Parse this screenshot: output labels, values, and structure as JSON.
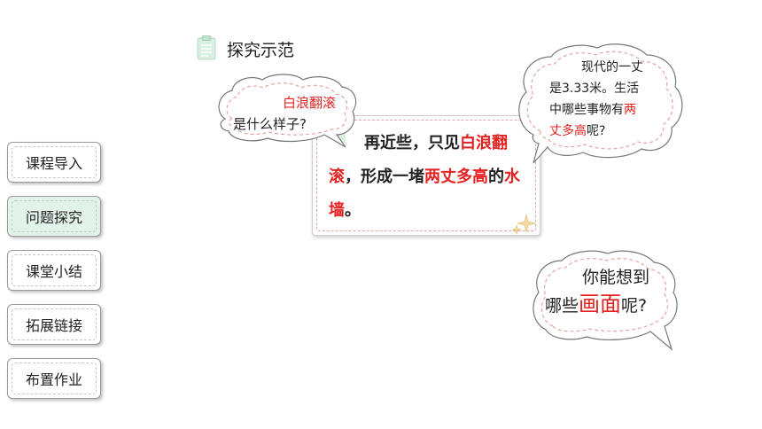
{
  "nav": {
    "items": [
      {
        "label": "课程导入",
        "active": false
      },
      {
        "label": "问题探究",
        "active": true
      },
      {
        "label": "课堂小结",
        "active": false
      },
      {
        "label": "拓展链接",
        "active": false
      },
      {
        "label": "布置作业",
        "active": false
      }
    ]
  },
  "section": {
    "title": "探究示范"
  },
  "card": {
    "parts": [
      "再近些，只见",
      "白浪翻滚",
      "，形成一堵",
      "两丈多高",
      "的",
      "水墙",
      "。"
    ]
  },
  "bubble_left": {
    "line1": "白浪翻滚",
    "line2": "是什么样子?"
  },
  "bubble_right": {
    "line1": "现代的一丈",
    "line2": "是3.33米。生活",
    "line3a": "中哪些事物有",
    "line3b": "两",
    "line4a": "丈多高",
    "line4b": "呢?"
  },
  "bubble_bottom": {
    "line1": "你能想到",
    "line2a": "哪些",
    "line2b": "画面",
    "line2c": "呢?"
  },
  "colors": {
    "accent_red": "#e52222",
    "active_nav": "#e2f4ea",
    "dashed_pink": "#e4a6a6",
    "icon_green": "#d9f0e2"
  }
}
